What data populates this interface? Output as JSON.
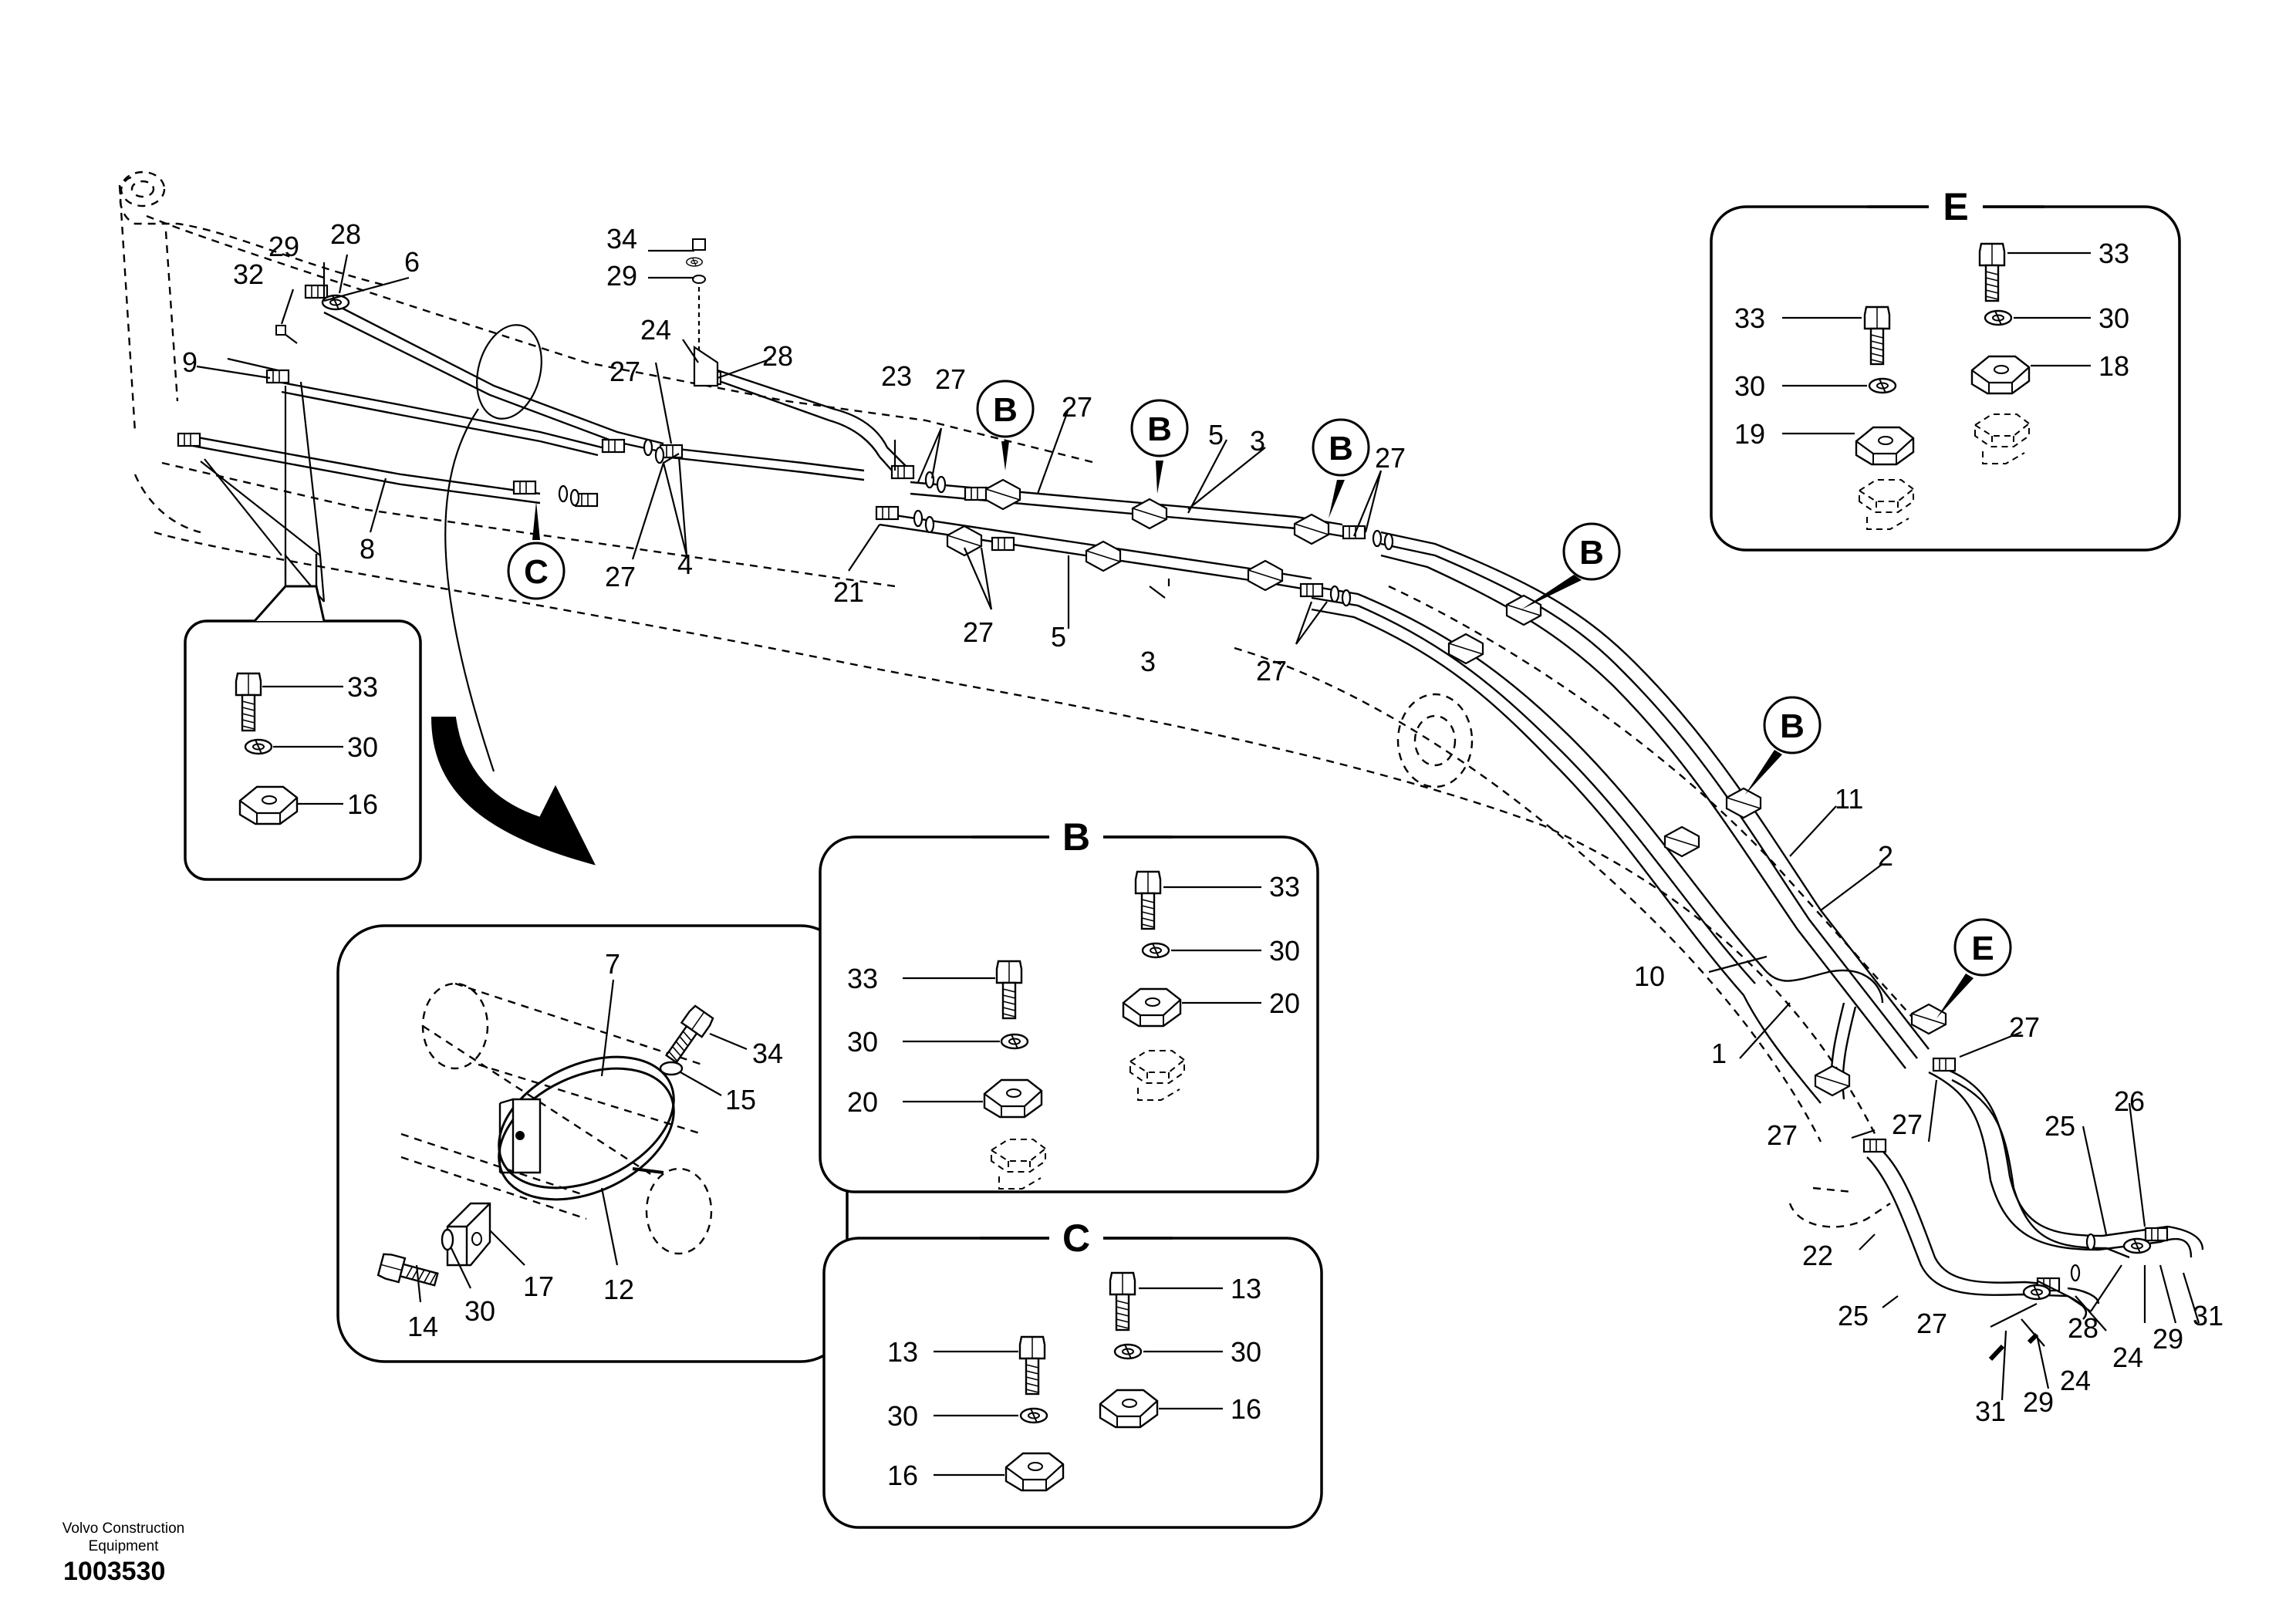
{
  "footer": {
    "brand_line1": "Volvo Construction",
    "brand_line2": "Equipment",
    "doc_number": "1003530"
  },
  "panels": {
    "b": {
      "header": "B"
    },
    "c": {
      "header": "C"
    },
    "e": {
      "header": "E"
    }
  },
  "view_markers": {
    "b": "B",
    "c": "C",
    "e": "E"
  },
  "callouts": {
    "n1": "1",
    "n2": "2",
    "n3": "3",
    "n4": "4",
    "n5": "5",
    "n6": "6",
    "n7": "7",
    "n8": "8",
    "n9": "9",
    "n10": "10",
    "n11": "11",
    "n12": "12",
    "n13": "13",
    "n14": "14",
    "n15": "15",
    "n16": "16",
    "n17": "17",
    "n18": "18",
    "n19": "19",
    "n20": "20",
    "n21": "21",
    "n22": "22",
    "n23": "23",
    "n24": "24",
    "n25": "25",
    "n26": "26",
    "n27": "27",
    "n28": "28",
    "n29": "29",
    "n30": "30",
    "n31": "31",
    "n32": "32",
    "n33": "33",
    "n34": "34"
  },
  "icons": {
    "bolt": "bolt-icon",
    "washer": "washer-icon",
    "clamp": "clamp-icon"
  }
}
